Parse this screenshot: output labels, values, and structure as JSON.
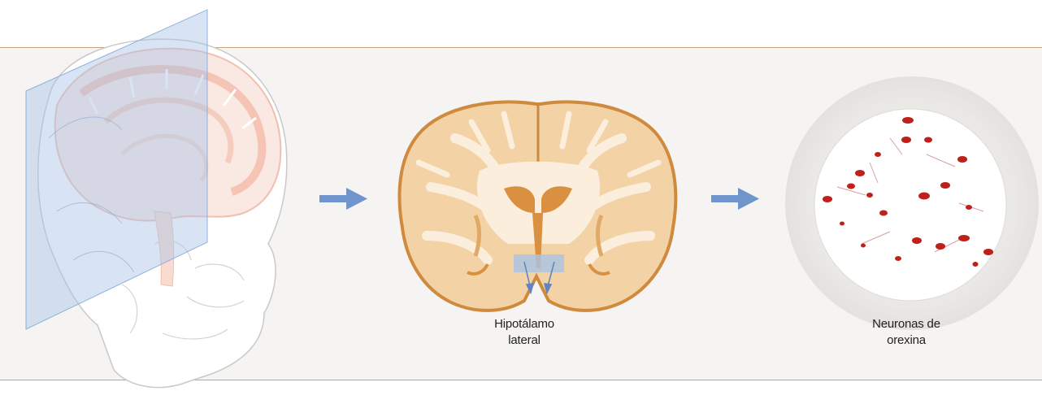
{
  "labels": {
    "hypothalamus_line1": "Hipotálamo",
    "hypothalamus_line2": "lateral",
    "orexin_line1": "Neuronas de",
    "orexin_line2": "orexina"
  },
  "colors": {
    "panel_background": "#f5f4f2",
    "panel_border": "#c9a482",
    "arrow": "#6f95cc",
    "brain_tissue": "#f3d3a6",
    "brain_outline": "#d08a3e",
    "white_matter": "#fbeedd",
    "neuron_red": "#c0201a",
    "sagittal_plane": "#a9c3e6"
  }
}
